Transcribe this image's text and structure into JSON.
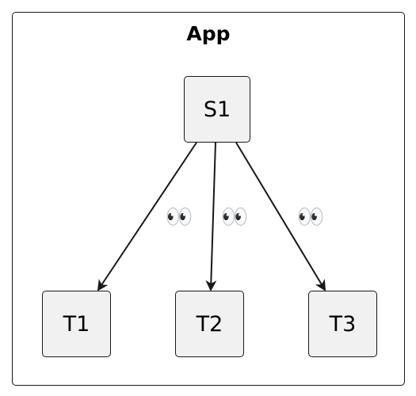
{
  "diagram": {
    "container": {
      "title": "App"
    },
    "nodes": {
      "s1": "S1",
      "t1": "T1",
      "t2": "T2",
      "t3": "T3"
    },
    "edges": [
      {
        "from": "S1",
        "to": "T1",
        "label": "👀"
      },
      {
        "from": "S1",
        "to": "T2",
        "label": "👀"
      },
      {
        "from": "S1",
        "to": "T3",
        "label": "👀"
      }
    ],
    "colors": {
      "node_fill": "#f1f1f1",
      "stroke": "#181818"
    }
  }
}
